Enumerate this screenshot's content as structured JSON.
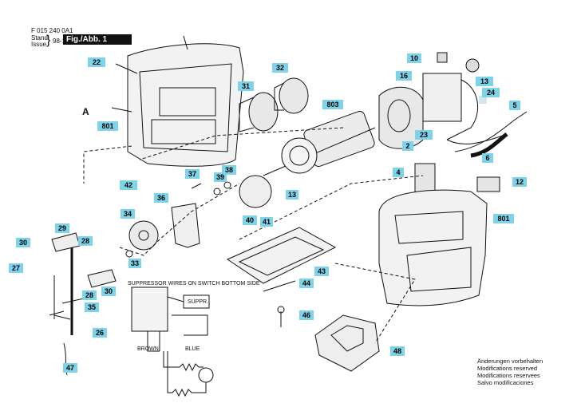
{
  "header": {
    "doc_number": "F 015 240 0A1",
    "stand_label": "Stand",
    "issue_label": "Issue",
    "date": "98-10-05",
    "figure_label": "Fig./Abb. 1"
  },
  "view_label": "A",
  "parts": [
    "22",
    "801",
    "32",
    "31",
    "803",
    "10",
    "16",
    "13",
    "24",
    "5",
    "23",
    "2",
    "6",
    "42",
    "37",
    "38",
    "39",
    "36",
    "40",
    "13",
    "41",
    "4",
    "12",
    "801",
    "34",
    "33",
    "29",
    "28",
    "30",
    "27",
    "28",
    "30",
    "35",
    "26",
    "47",
    "43",
    "44",
    "46",
    "48"
  ],
  "wiring": {
    "suppressor_note": "SUPPRESSOR WIRES ON SWITCH BOTTOM SIDE",
    "suppressor_box": "SUPPR.",
    "brown": "BROWN",
    "blue": "BLUE"
  },
  "footer": [
    "Änderungen vorbehalten",
    "Modifications reserved",
    "Modifications reservees",
    "Salvo modificaciones"
  ]
}
